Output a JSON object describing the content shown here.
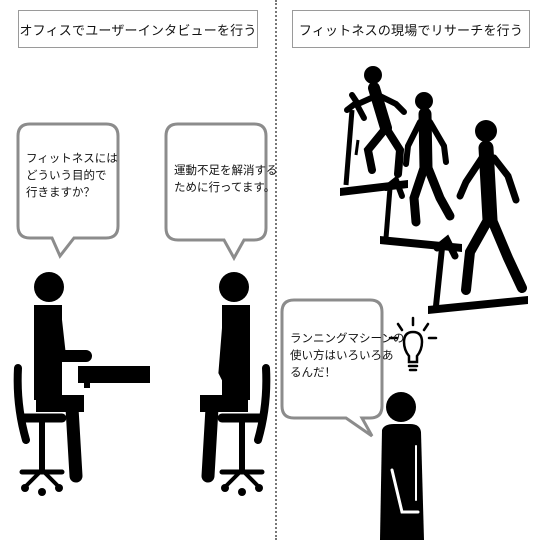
{
  "left_panel": {
    "title": "オフィスでユーザーインタビューを行う",
    "interviewer_bubble": "フィットネスには\nどういう目的で\n行きますか？",
    "user_bubble": "運動不足を解消する\nために行ってます。"
  },
  "right_panel": {
    "title": "フィットネスの現場でリサーチを行う",
    "researcher_bubble": "ランニングマシーンの\n使い方はいろいろあ\nるんだ！"
  },
  "colors": {
    "figure": "#000000",
    "bubble_border": "#8c8c8c",
    "divider": "#777777"
  }
}
